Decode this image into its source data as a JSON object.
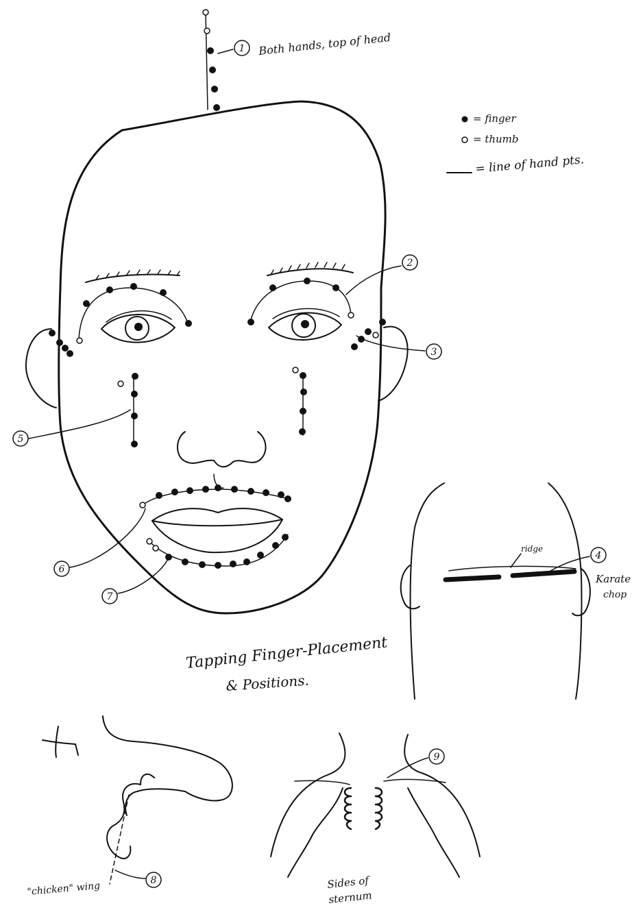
{
  "legend": {
    "finger": "= finger",
    "thumb": "= thumb",
    "line": "= line of hand pts."
  },
  "callouts": {
    "c1": {
      "num": "1",
      "text": "Both hands, top of head"
    },
    "c2": {
      "num": "2"
    },
    "c3": {
      "num": "3"
    },
    "c4": {
      "num": "4",
      "text_line1": "Karate",
      "text_line2": "chop",
      "ridge": "ridge"
    },
    "c5": {
      "num": "5"
    },
    "c6": {
      "num": "6"
    },
    "c7": {
      "num": "7"
    },
    "c8": {
      "num": "8",
      "text": "\"chicken\" wing"
    },
    "c9": {
      "num": "9",
      "text_line1": "Sides of",
      "text_line2": "sternum"
    }
  },
  "title": {
    "line1": "Tapping Finger-Placement",
    "line2": "& Positions."
  },
  "colors": {
    "ink": "#111111",
    "paper": "#ffffff"
  }
}
